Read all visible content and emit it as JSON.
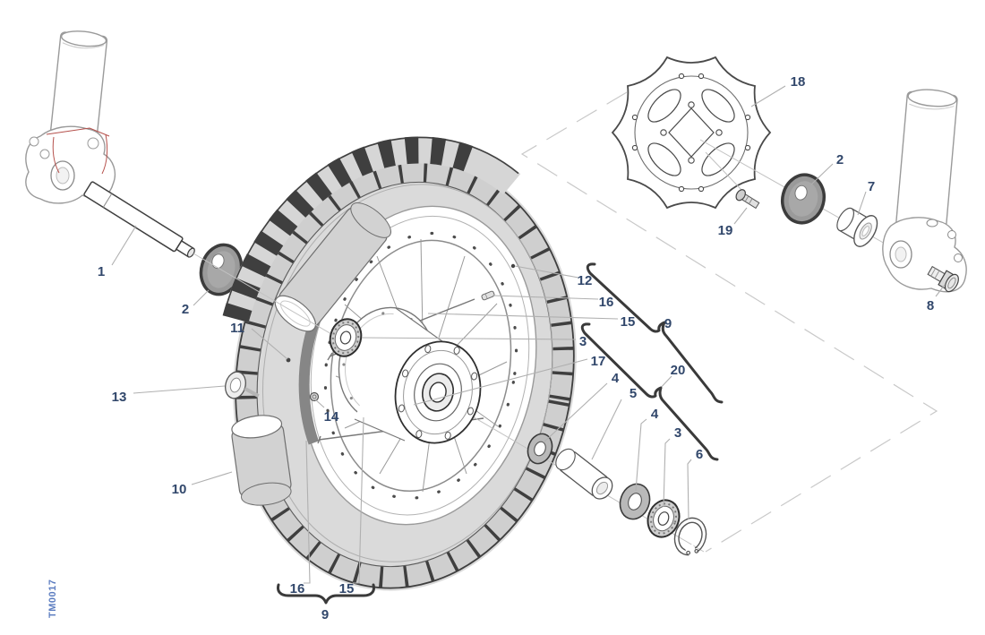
{
  "drawing_code": "TM0017",
  "palette": {
    "label_color": "#31476b",
    "code_color": "#5b7cc0",
    "leader_color": "#b0b0b0",
    "line_color": "#3f3f3f",
    "red_accent": "#b5504b",
    "tire_gray": "#d8d8d8",
    "metal_gray": "#9a9a9a"
  },
  "callouts": [
    {
      "text": "1"
    },
    {
      "text": "2"
    },
    {
      "text": "11"
    },
    {
      "text": "13"
    },
    {
      "text": "14"
    },
    {
      "text": "10"
    },
    {
      "text": "12"
    },
    {
      "text": "16"
    },
    {
      "text": "15"
    },
    {
      "text": "9"
    },
    {
      "text": "3"
    },
    {
      "text": "17"
    },
    {
      "text": "20"
    },
    {
      "text": "4"
    },
    {
      "text": "5"
    },
    {
      "text": "4"
    },
    {
      "text": "3"
    },
    {
      "text": "6"
    },
    {
      "text": "16"
    },
    {
      "text": "15"
    },
    {
      "text": "9"
    },
    {
      "text": "18"
    },
    {
      "text": "19"
    },
    {
      "text": "2"
    },
    {
      "text": "7"
    },
    {
      "text": "8"
    }
  ]
}
